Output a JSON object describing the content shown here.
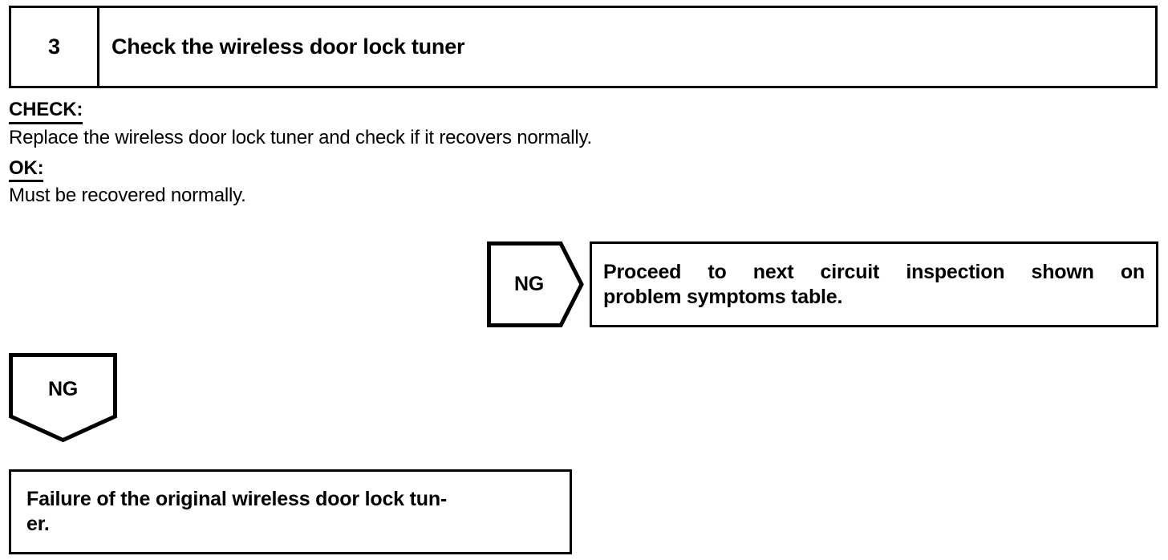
{
  "step_header": {
    "number": "3",
    "title": "Check the wireless door lock tuner"
  },
  "detail": {
    "check_label": "CHECK:",
    "check_text": "Replace the wireless door lock tuner and check if it recovers normally.",
    "ok_label": "OK:",
    "ok_text": "Must be recovered normally."
  },
  "branch_ng_right": {
    "label": "NG",
    "result_line1": "Proceed to next circuit inspection shown on",
    "result_line2": "problem symptoms table."
  },
  "branch_ng_down": {
    "label": "NG",
    "result_line1": "Failure of the original wireless door lock tun-",
    "result_line2": "er."
  },
  "colors": {
    "ink": "#000000",
    "paper": "#ffffff"
  }
}
